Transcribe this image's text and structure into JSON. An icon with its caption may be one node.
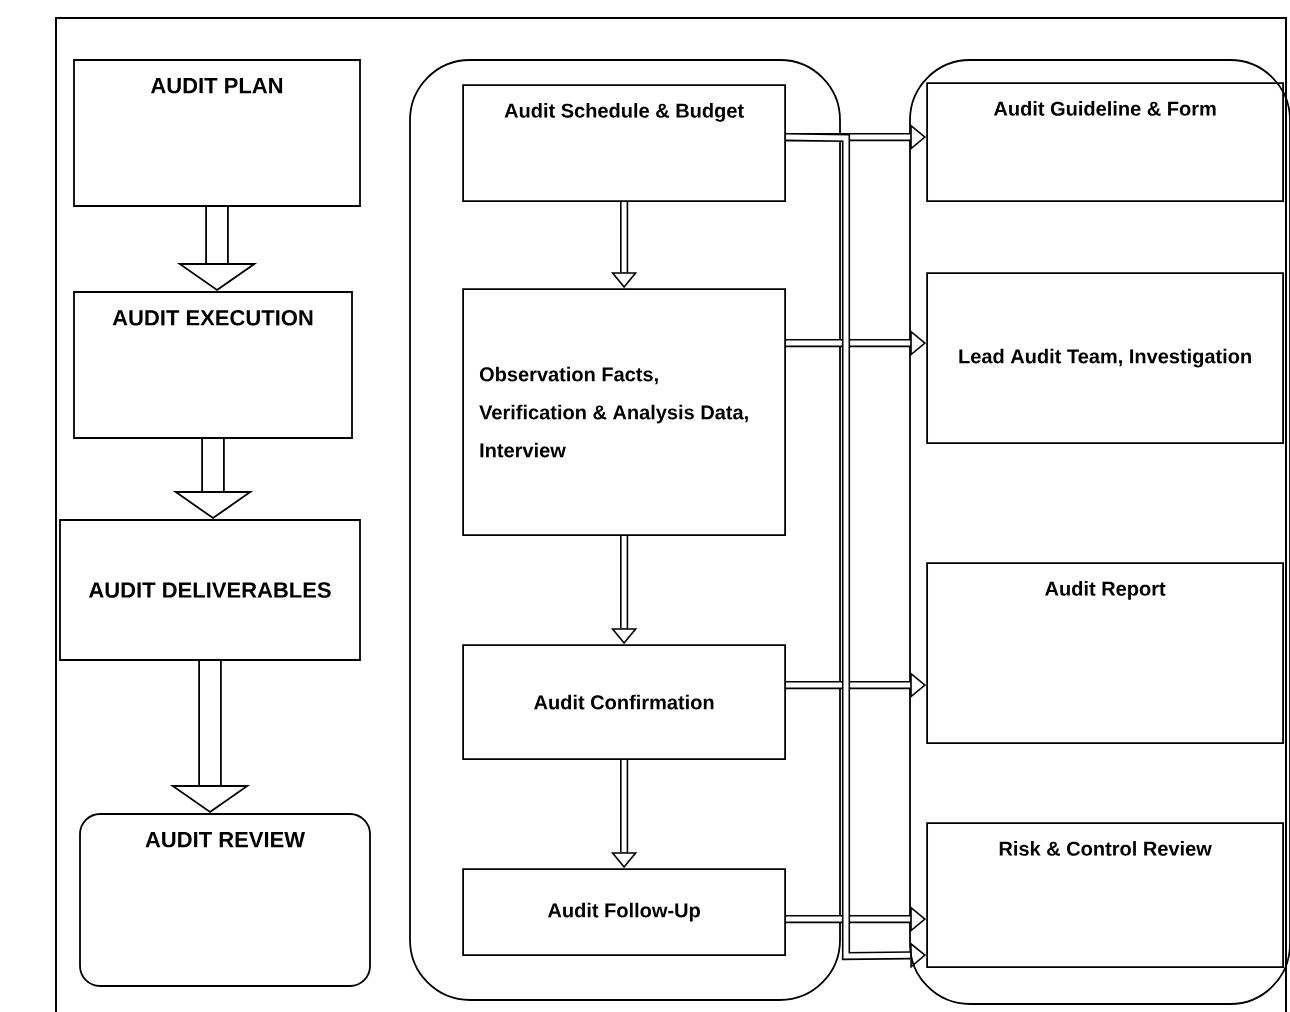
{
  "diagram": {
    "nodes": [
      {
        "text": [
          "AUDIT PLAN"
        ]
      },
      {
        "text": [
          "AUDIT EXECUTION"
        ]
      },
      {
        "text": [
          "AUDIT DELIVERABLES"
        ]
      },
      {
        "text": [
          "AUDIT REVIEW"
        ]
      },
      {
        "text": [],
        "shape": "box"
      },
      {
        "text": [
          "Audit Schedule & Budget"
        ],
        "in": 4
      },
      {
        "text": [
          "Observation Facts, Verification & Analysis Data, Interview"
        ],
        "in": 4
      },
      {
        "text": [
          "Audit Confirmation"
        ],
        "in": 4
      },
      {
        "text": [
          "Audit Follow-Up"
        ],
        "in": 4
      },
      {
        "text": [],
        "shape": "box"
      },
      {
        "text": [
          "Audit Guideline & Form"
        ],
        "in": 9
      },
      {
        "text": [
          "Lead Audit Team, Investigation"
        ],
        "in": 9
      },
      {
        "text": [
          "Audit Report"
        ],
        "in": 9
      },
      {
        "text": [
          "Risk & Control Review"
        ],
        "in": 9
      }
    ],
    "edges": [
      {
        "from": 0,
        "to": 1,
        "arrow": "to",
        "style": "thick"
      },
      {
        "from": 1,
        "to": 2,
        "arrow": "to",
        "style": "thick"
      },
      {
        "from": 2,
        "to": 3,
        "arrow": "to",
        "style": "thick"
      },
      {
        "from": 5,
        "to": 6,
        "arrow": "to"
      },
      {
        "from": 6,
        "to": 7,
        "arrow": "to"
      },
      {
        "from": 7,
        "to": 8,
        "arrow": "to"
      },
      {
        "from": 5,
        "to": 10,
        "arrow": "to"
      },
      {
        "from": 6,
        "to": 11,
        "arrow": "to"
      },
      {
        "from": 7,
        "to": 12,
        "arrow": "to"
      },
      {
        "from": 8,
        "to": 13,
        "arrow": "to"
      },
      {
        "from": 5,
        "to": 13,
        "arrow": "to"
      }
    ]
  }
}
